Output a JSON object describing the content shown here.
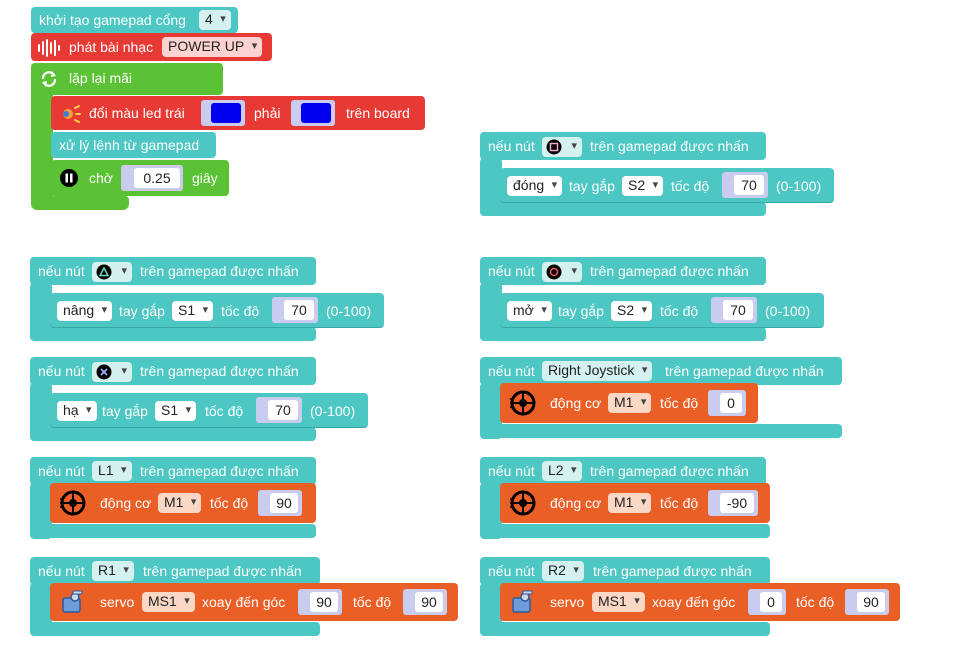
{
  "init": {
    "label": "khởi tạo gamepad cổng",
    "port": "4"
  },
  "music": {
    "label": "phát bài nhạc",
    "song": "POWER UP"
  },
  "loop": {
    "label": "lặp lại mãi"
  },
  "led": {
    "label": "đổi màu led trái",
    "right_label": "phải",
    "board_label": "trên board",
    "left_color": "#0000ee",
    "right_color": "#0000ee"
  },
  "process": {
    "label": "xử lý lệnh từ gamepad"
  },
  "wait": {
    "label": "chờ",
    "value": "0.25",
    "unit": "giây"
  },
  "common": {
    "if": "nếu nút",
    "pressed": "trên gamepad được nhấn",
    "gripper": "tay gắp",
    "speed": "tốc độ",
    "range": "(0-100)",
    "motor": "động cơ",
    "servo": "servo",
    "rotate": "xoay đến góc"
  },
  "handlers": {
    "square": {
      "button_icon": "square-button-icon",
      "action": "đóng",
      "gripper_port": "S2",
      "speed": "70"
    },
    "triangle": {
      "button_icon": "triangle-button-icon",
      "action": "nâng",
      "gripper_port": "S1",
      "speed": "70"
    },
    "circle": {
      "button_icon": "circle-button-icon",
      "action": "mở",
      "gripper_port": "S2",
      "speed": "70"
    },
    "cross": {
      "button_icon": "cross-button-icon",
      "action": "hạ",
      "gripper_port": "S1",
      "speed": "70"
    },
    "joystick": {
      "button": "Right Joystick",
      "motor_port": "M1",
      "speed": "0"
    },
    "l1": {
      "button": "L1",
      "motor_port": "M1",
      "speed": "90"
    },
    "l2": {
      "button": "L2",
      "motor_port": "M1",
      "speed": "-90"
    },
    "r1": {
      "button": "R1",
      "servo_port": "MS1",
      "angle": "90",
      "speed": "90"
    },
    "r2": {
      "button": "R2",
      "servo_port": "MS1",
      "angle": "0",
      "speed": "90"
    }
  },
  "colors": {
    "teal": "#4cc7c4",
    "green": "#5bc236",
    "red": "#e83a35",
    "orange": "#ea5f26"
  }
}
